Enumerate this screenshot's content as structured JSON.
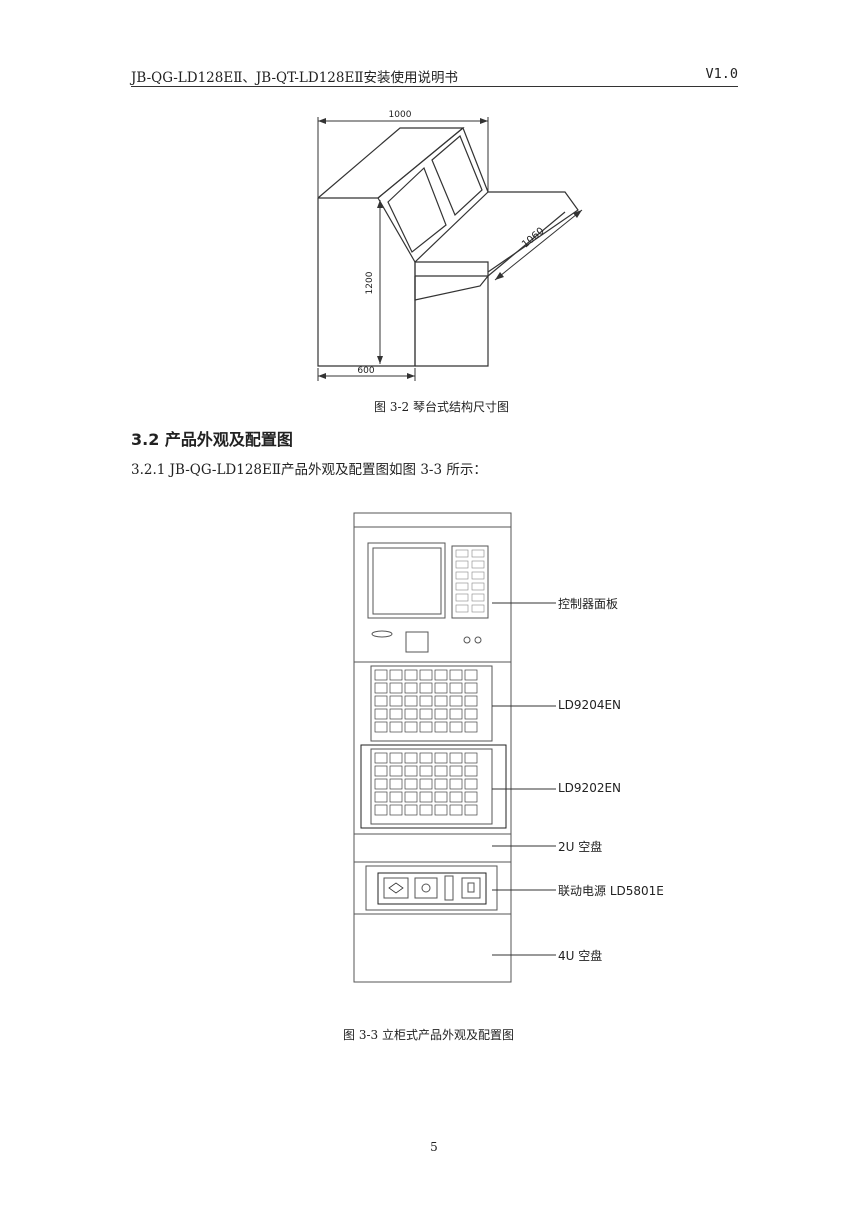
{
  "header": {
    "title": "JB-QG-LD128EⅡ、JB-QT-LD128EⅡ安装使用说明书",
    "version": "V1.0"
  },
  "figure1": {
    "dim_width": "1000",
    "dim_depth": "1060",
    "dim_height": "1200",
    "dim_base": "600",
    "caption": "图 3-2  琴台式结构尺寸图"
  },
  "section": {
    "heading": "3.2 产品外观及配置图"
  },
  "paragraph": "3.2.1  JB-QG-LD128EⅡ产品外观及配置图如图 3-3 所示：",
  "figure2": {
    "labels": {
      "controller": "控制器面板",
      "panel1": "LD9204EN",
      "panel2": "LD9202EN",
      "blank2u": "2U 空盘",
      "power": "联动电源 LD5801E",
      "blank4u": "4U 空盘"
    },
    "caption": "图 3-3  立柜式产品外观及配置图"
  },
  "page_number": "5"
}
